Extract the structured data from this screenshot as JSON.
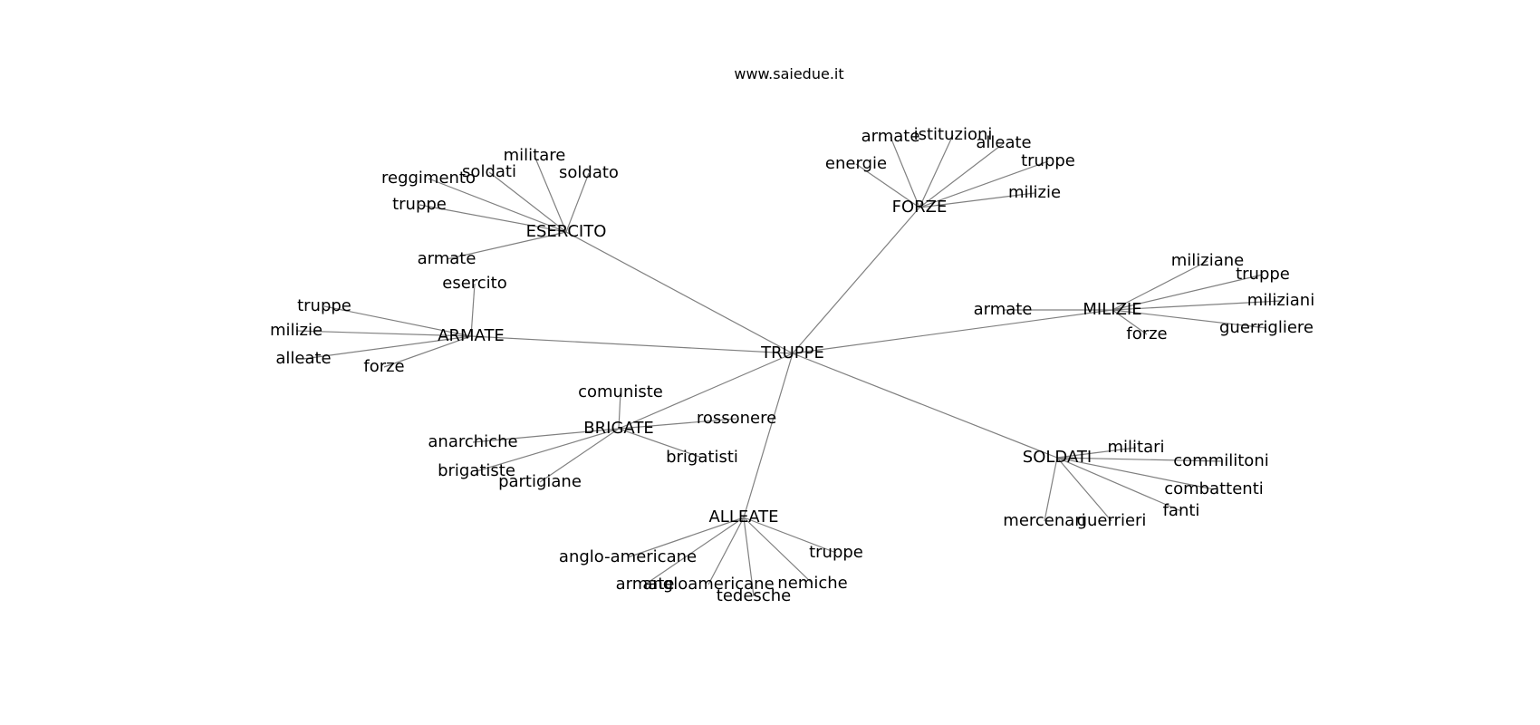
{
  "header": {
    "title": "www.saiedue.it"
  },
  "graph": {
    "center": "TRUPPE",
    "clusters": [
      {
        "hub": "ESERCITO",
        "words": [
          "militare",
          "soldati",
          "soldato",
          "reggimento",
          "truppe",
          "armate"
        ]
      },
      {
        "hub": "FORZE",
        "words": [
          "armate",
          "istituzioni",
          "alleate",
          "energie",
          "truppe",
          "milizie"
        ]
      },
      {
        "hub": "ARMATE",
        "words": [
          "esercito",
          "truppe",
          "milizie",
          "alleate",
          "forze"
        ]
      },
      {
        "hub": "MILIZIE",
        "words": [
          "miliziane",
          "truppe",
          "miliziani",
          "armate",
          "guerrigliere",
          "forze"
        ]
      },
      {
        "hub": "BRIGATE",
        "words": [
          "comuniste",
          "rossonere",
          "anarchiche",
          "brigatisti",
          "brigatiste",
          "partigiane"
        ]
      },
      {
        "hub": "SOLDATI",
        "words": [
          "militari",
          "commilitoni",
          "combattenti",
          "fanti",
          "mercenari",
          "guerrieri"
        ]
      },
      {
        "hub": "ALLEATE",
        "words": [
          "truppe",
          "anglo-americane",
          "armate",
          "angloamericane",
          "nemiche",
          "tedesche"
        ]
      }
    ]
  }
}
